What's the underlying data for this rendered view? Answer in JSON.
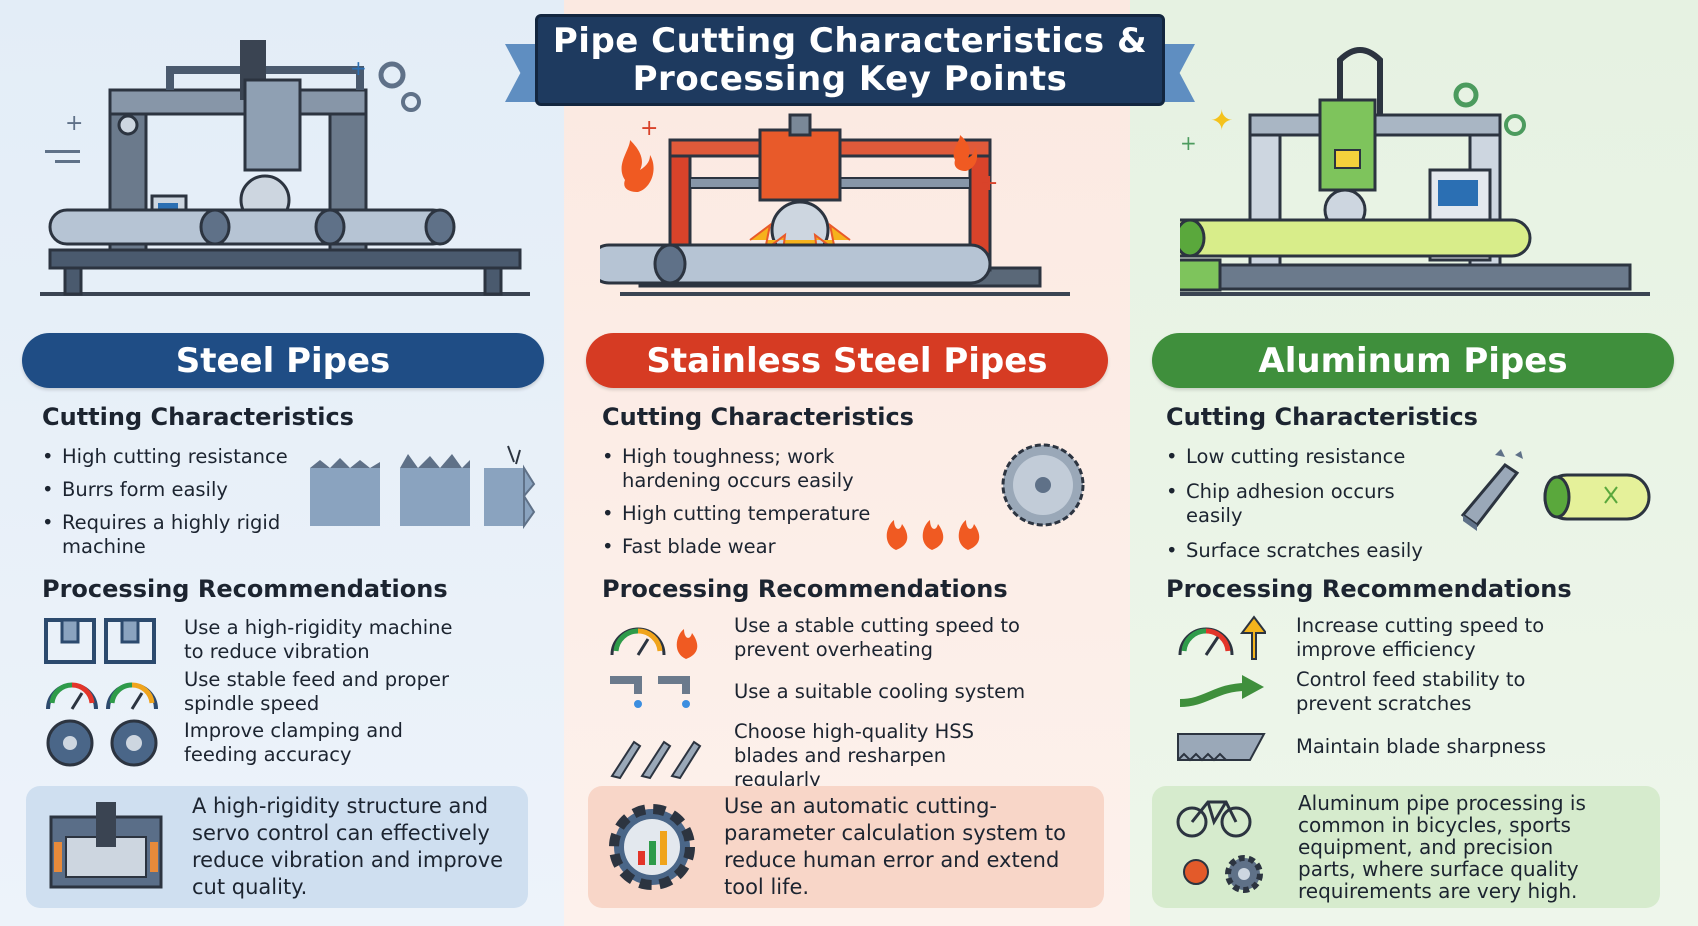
{
  "title": {
    "line1": "Pipe Cutting Characteristics &",
    "line2": "Processing Key Points"
  },
  "sections": {
    "characteristics_heading": "Cutting Characteristics",
    "recommendations_heading": "Processing Recommendations"
  },
  "steel": {
    "name": "Steel Pipes",
    "characteristics": [
      "High cutting resistance",
      "Burrs form easily",
      "Requires a highly rigid machine"
    ],
    "recommendations": [
      "Use a high-rigidity machine to reduce vibration",
      "Use stable feed and proper spindle speed",
      "Improve clamping and feeding accuracy"
    ],
    "note": "A high-rigidity structure and servo control can effectively reduce vibration and improve cut quality."
  },
  "stainless": {
    "name": "Stainless Steel Pipes",
    "characteristics": [
      "High toughness; work hardening occurs easily",
      "High cutting temperature",
      "Fast blade wear"
    ],
    "recommendations": [
      "Use a stable cutting speed to prevent overheating",
      "Use a suitable cooling system",
      "Choose high-quality HSS blades and resharpen regularly"
    ],
    "note": "Use an automatic cutting-parameter calculation system to reduce human error and extend tool life."
  },
  "aluminum": {
    "name": "Aluminum Pipes",
    "characteristics": [
      "Low cutting resistance",
      "Chip adhesion occurs easily",
      "Surface scratches easily"
    ],
    "recommendations": [
      "Increase cutting speed to improve efficiency",
      "Control feed stability to prevent scratches",
      "Maintain blade sharpness"
    ],
    "note": "Aluminum pipe processing is common in bicycles, sports equipment, and precision parts, where surface quality requirements are very high."
  },
  "colors": {
    "steel_primary": "#1f4d85",
    "stainless_primary": "#d63b23",
    "aluminum_primary": "#3f8f3c",
    "title_bg": "#1e3a5f"
  },
  "icons": {
    "steel_illustration": "pipe-cutting-machine-icon",
    "stainless_illustration": "saw-cutting-machine-icon",
    "aluminum_illustration": "cnc-cutting-machine-icon"
  }
}
